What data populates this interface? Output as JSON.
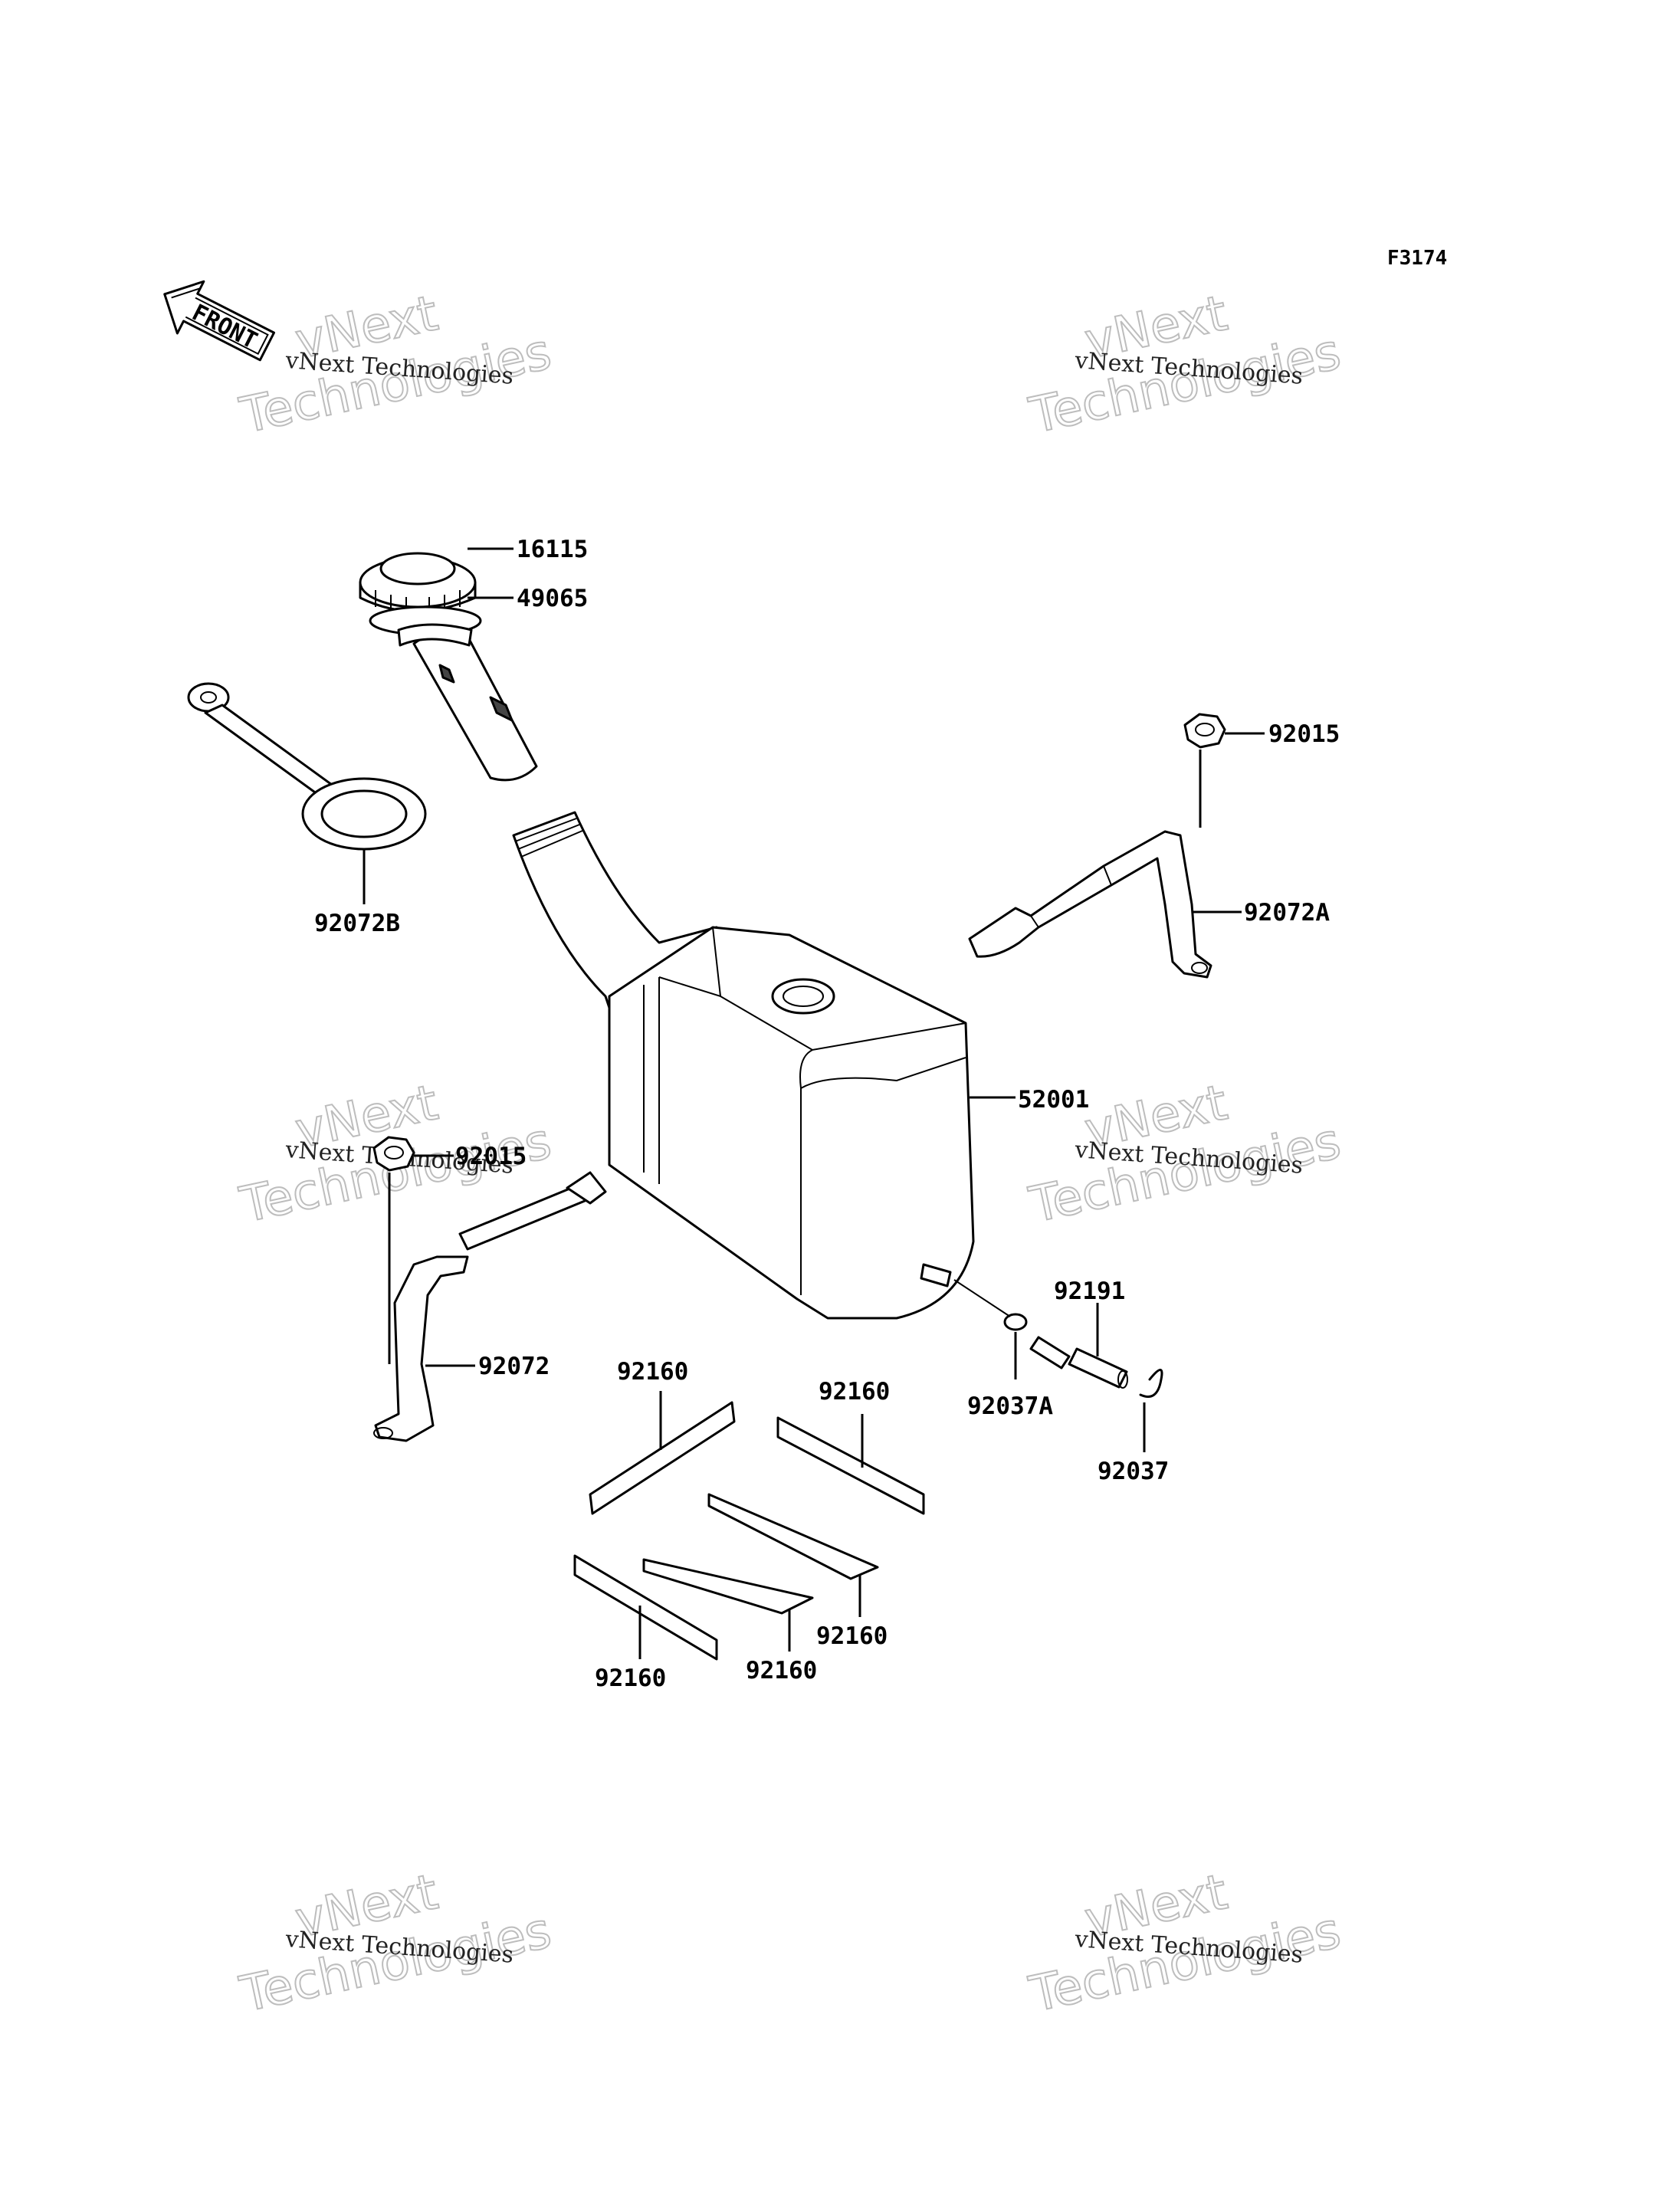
{
  "figure_code": "F3174",
  "front_label": "FRONT",
  "watermark": {
    "line1": "vNext Technologies",
    "line2": "vNext",
    "line3": "Technologies"
  },
  "parts": {
    "p16115": "16115",
    "p49065": "49065",
    "p92072B": "92072B",
    "p92015_top": "92015",
    "p92072A": "92072A",
    "p52001": "52001",
    "p92015_left": "92015",
    "p92072": "92072",
    "p92191": "92191",
    "p92037A": "92037A",
    "p92037": "92037",
    "p92160_a": "92160",
    "p92160_b": "92160",
    "p92160_c": "92160",
    "p92160_d": "92160",
    "p92160_e": "92160"
  }
}
